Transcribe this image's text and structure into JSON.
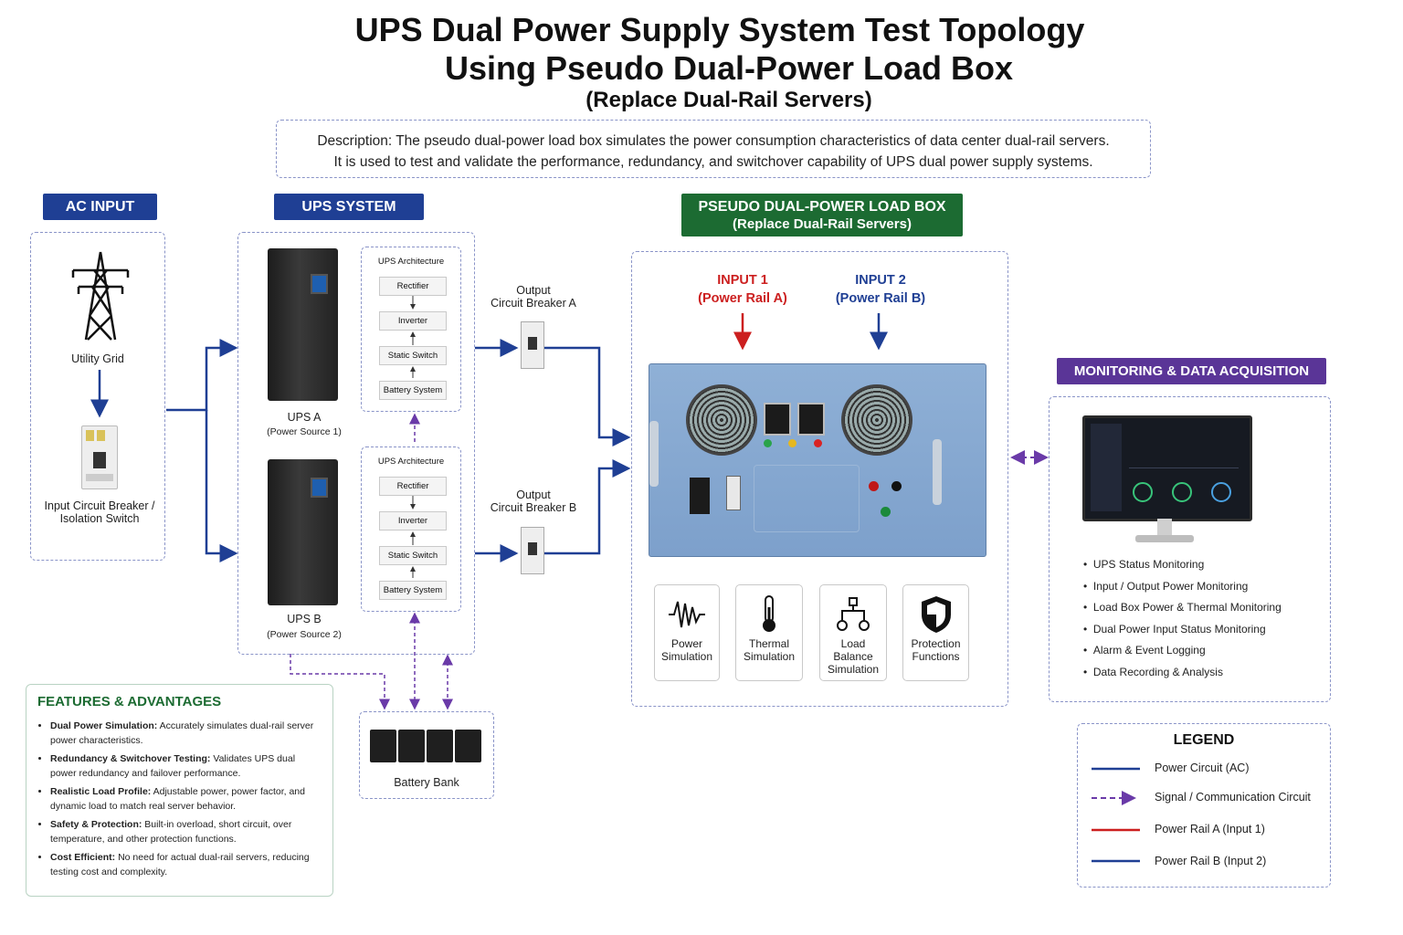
{
  "title": {
    "line1": "UPS Dual Power Supply System Test Topology",
    "line2": "Using Pseudo Dual-Power Load Box",
    "line3": "(Replace Dual-Rail Servers)"
  },
  "description": {
    "line1": "Description: The pseudo dual-power load box simulates the power consumption characteristics of data center dual-rail servers.",
    "line2": "It is used to test and validate the performance, redundancy, and switchover capability of UPS dual power supply systems."
  },
  "ac_input": {
    "header": "AC INPUT",
    "grid_label": "Utility Grid",
    "breaker_label_1": "Input Circuit Breaker /",
    "breaker_label_2": "Isolation Switch"
  },
  "ups_system": {
    "header": "UPS SYSTEM",
    "ups_a": {
      "name": "UPS A",
      "source": "(Power Source 1)"
    },
    "ups_b": {
      "name": "UPS B",
      "source": "(Power Source 2)"
    },
    "architecture_title": "UPS Architecture",
    "stages": [
      "Rectifier",
      "Inverter",
      "Static Switch",
      "Battery System"
    ]
  },
  "breakers": {
    "a_line1": "Output",
    "a_line2": "Circuit Breaker A",
    "b_line1": "Output",
    "b_line2": "Circuit Breaker B"
  },
  "battery_bank": {
    "label": "Battery Bank"
  },
  "load_box": {
    "header_line1": "PSEUDO DUAL-POWER LOAD BOX",
    "header_line2": "(Replace Dual-Rail Servers)",
    "input1_line1": "INPUT 1",
    "input1_line2": "(Power Rail A)",
    "input2_line1": "INPUT 2",
    "input2_line2": "(Power Rail B)",
    "tiles": [
      {
        "line1": "Power",
        "line2": "Simulation",
        "icon": "waveform-icon"
      },
      {
        "line1": "Thermal",
        "line2": "Simulation",
        "icon": "thermometer-icon"
      },
      {
        "line1": "Load Balance",
        "line2": "Simulation",
        "icon": "load-balance-icon"
      },
      {
        "line1": "Protection",
        "line2": "Functions",
        "icon": "shield-icon"
      }
    ]
  },
  "monitoring": {
    "header": "MONITORING & DATA ACQUISITION",
    "items": [
      "UPS Status Monitoring",
      "Input / Output Power Monitoring",
      "Load Box Power & Thermal Monitoring",
      "Dual Power Input Status Monitoring",
      "Alarm & Event Logging",
      "Data Recording & Analysis"
    ]
  },
  "features": {
    "title": "FEATURES & ADVANTAGES",
    "items": [
      {
        "bold": "Dual Power Simulation:",
        "text": " Accurately simulates dual-rail server power characteristics."
      },
      {
        "bold": "Redundancy & Switchover Testing:",
        "text": " Validates UPS dual power redundancy and failover performance."
      },
      {
        "bold": "Realistic Load Profile:",
        "text": " Adjustable power, power factor, and dynamic load to match real server behavior."
      },
      {
        "bold": "Safety & Protection:",
        "text": " Built-in overload, short circuit, over temperature, and other protection functions."
      },
      {
        "bold": "Cost Efficient:",
        "text": " No need for actual dual-rail servers, reducing testing cost and complexity."
      }
    ]
  },
  "legend": {
    "title": "LEGEND",
    "items": [
      {
        "label": "Power Circuit (AC)",
        "color": "#1f3f94",
        "style": "solid"
      },
      {
        "label": "Signal / Communication Circuit",
        "color": "#6a3aa8",
        "style": "dashed"
      },
      {
        "label": "Power Rail A (Input 1)",
        "color": "#cc1f1f",
        "style": "solid"
      },
      {
        "label": "Power Rail B (Input 2)",
        "color": "#1f3f94",
        "style": "solid"
      }
    ]
  },
  "colors": {
    "power_blue": "#1f3f94",
    "signal_purple": "#6a3aa8",
    "rail_red": "#cc1f1f",
    "green_header": "#1c6b32",
    "purple_header": "#5a3597"
  }
}
